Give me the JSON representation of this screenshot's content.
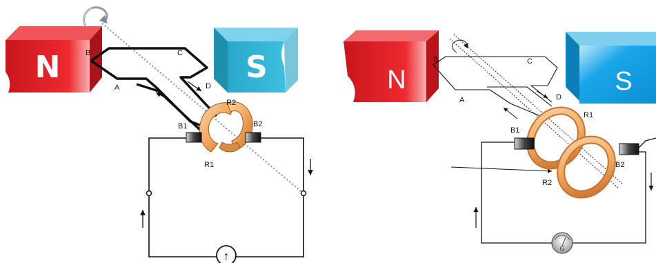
{
  "colors": {
    "north": "#e8222a",
    "north_dark": "#a8141a",
    "south_left": "#36b6d8",
    "south_right": "#0a9fe0",
    "ring": "#f0a45c",
    "ring_dark": "#c9722f",
    "wire": "#111111",
    "axis": "#8aa2a8"
  },
  "left_diagram": {
    "north_label": "N",
    "south_label": "S",
    "coil_labels": {
      "a": "A",
      "b": "B",
      "c": "C",
      "d": "D"
    },
    "ring_labels": {
      "r1": "R1",
      "r2": "R2"
    },
    "brush_labels": {
      "b1": "B1",
      "b2": "B2"
    },
    "meter_symbol": "↑",
    "rotation_icon": "curved-arrow-icon"
  },
  "right_diagram": {
    "north_label": "N",
    "south_label": "S",
    "coil_labels": {
      "a": "A",
      "b": "B",
      "c": "C",
      "d": "D"
    },
    "ring_labels": {
      "r1": "R1",
      "r2": "R2"
    },
    "brush_labels": {
      "b1": "B1",
      "b2": "B2"
    },
    "meter_symbol": "G",
    "rotation_icon": "curved-arrow-icon"
  }
}
